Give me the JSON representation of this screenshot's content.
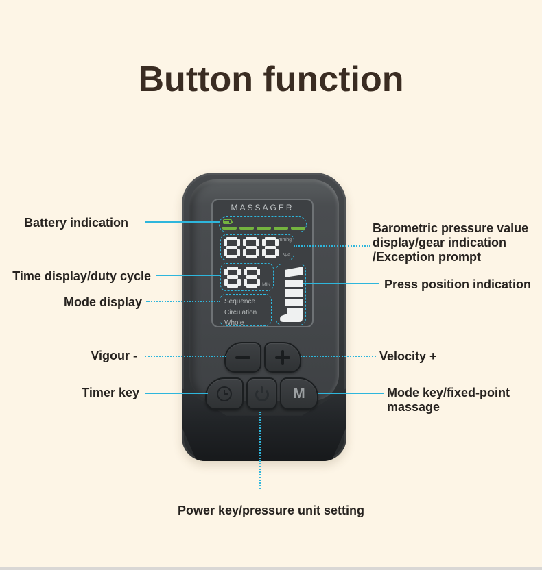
{
  "page": {
    "title": "Button function",
    "background_color": "#fdf5e6",
    "accent_color": "#2eb6dc",
    "footer_strip_color": "#d9d7d5"
  },
  "labels": {
    "battery": "Battery indication",
    "time": "Time display/duty cycle",
    "mode_display": "Mode display",
    "vigour": "Vigour -",
    "timer": "Timer key",
    "barometric_lines": [
      "Barometric pressure value",
      "display/gear indication",
      "/Exception prompt"
    ],
    "press_position": "Press position indication",
    "velocity": "Velocity +",
    "mode_key_lines": [
      "Mode key/fixed-point",
      "massage"
    ],
    "power": "Power key/pressure unit setting"
  },
  "device": {
    "brand": "MASSAGER",
    "display": {
      "battery_dash_count": 5,
      "battery_color": "#74b43f",
      "pressure_value": "888",
      "pressure_unit_top": "mmhg",
      "pressure_unit_bottom": "kpa",
      "time_value": "88",
      "time_unit": "MIN",
      "modes": [
        "Sequence",
        "Circulation",
        "Whole"
      ]
    },
    "buttons": {
      "minus_icon": "minus-icon",
      "plus_icon": "plus-icon",
      "timer_icon": "clock-icon",
      "power_icon": "power-icon",
      "mode": "M"
    }
  }
}
